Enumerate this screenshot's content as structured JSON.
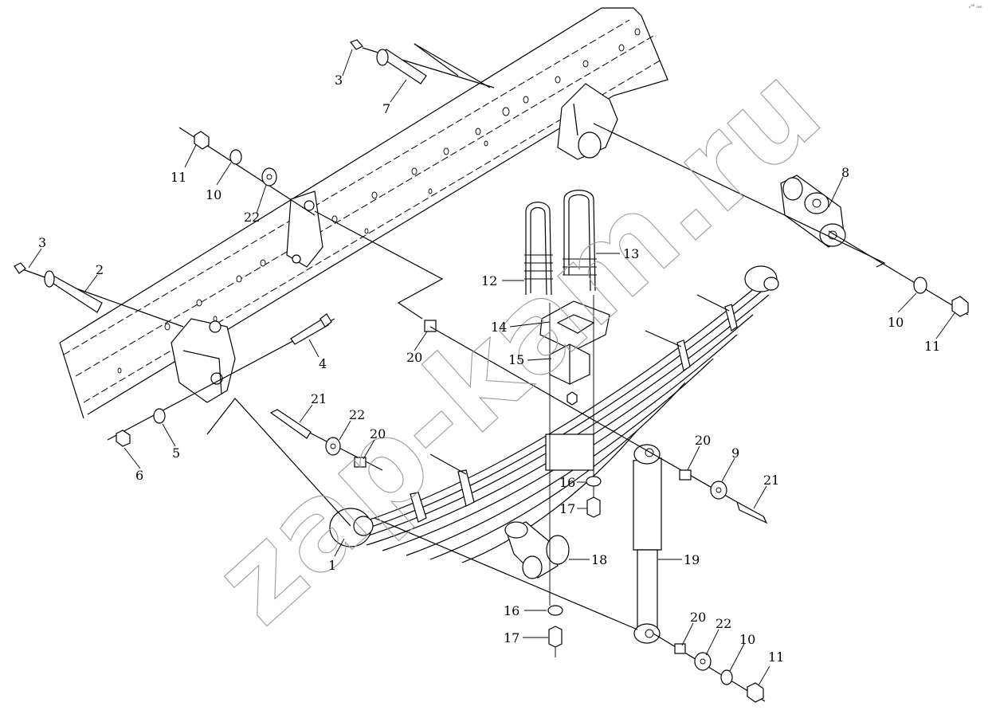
{
  "corner_mark": "ₒ⁰⁰ ₀₀₀",
  "watermark": "zap-kam.ru",
  "callouts": [
    {
      "id": "c3a",
      "text": "3"
    },
    {
      "id": "c7",
      "text": "7"
    },
    {
      "id": "c11a",
      "text": "11"
    },
    {
      "id": "c10a",
      "text": "10"
    },
    {
      "id": "c22a",
      "text": "22"
    },
    {
      "id": "c3b",
      "text": "3"
    },
    {
      "id": "c2",
      "text": "2"
    },
    {
      "id": "c8",
      "text": "8"
    },
    {
      "id": "c12",
      "text": "12"
    },
    {
      "id": "c13",
      "text": "13"
    },
    {
      "id": "c14",
      "text": "14"
    },
    {
      "id": "c15",
      "text": "15"
    },
    {
      "id": "c20a",
      "text": "20"
    },
    {
      "id": "c4",
      "text": "4"
    },
    {
      "id": "c10b",
      "text": "10"
    },
    {
      "id": "c11b",
      "text": "11"
    },
    {
      "id": "c21a",
      "text": "21"
    },
    {
      "id": "c22b",
      "text": "22"
    },
    {
      "id": "c20b",
      "text": "20"
    },
    {
      "id": "c6",
      "text": "6"
    },
    {
      "id": "c5",
      "text": "5"
    },
    {
      "id": "c20c",
      "text": "20"
    },
    {
      "id": "c9",
      "text": "9"
    },
    {
      "id": "c21b",
      "text": "21"
    },
    {
      "id": "c16a",
      "text": "16"
    },
    {
      "id": "c17a",
      "text": "17"
    },
    {
      "id": "c1",
      "text": "1"
    },
    {
      "id": "c18",
      "text": "18"
    },
    {
      "id": "c19",
      "text": "19"
    },
    {
      "id": "c16b",
      "text": "16"
    },
    {
      "id": "c17b",
      "text": "17"
    },
    {
      "id": "c20d",
      "text": "20"
    },
    {
      "id": "c22c",
      "text": "22"
    },
    {
      "id": "c10c",
      "text": "10"
    },
    {
      "id": "c11c",
      "text": "11"
    }
  ]
}
